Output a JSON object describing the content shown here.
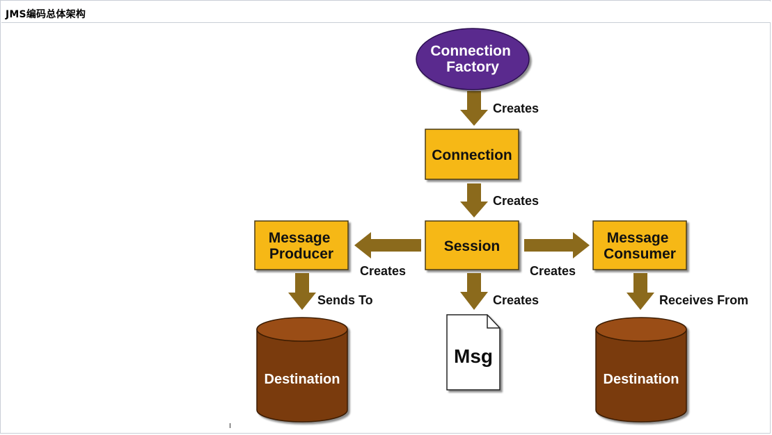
{
  "window": {
    "title": "JMS编码总体架构"
  },
  "diagram": {
    "nodes": {
      "connection_factory": [
        "Connection",
        "Factory"
      ],
      "connection": [
        "Connection"
      ],
      "session": [
        "Session"
      ],
      "message_producer": [
        "Message",
        "Producer"
      ],
      "message_consumer": [
        "Message",
        "Consumer"
      ],
      "destination_left": [
        "Destination"
      ],
      "destination_right": [
        "Destination"
      ],
      "msg": [
        "Msg"
      ]
    },
    "edge_labels": {
      "factory_to_connection": "Creates",
      "connection_to_session": "Creates",
      "session_to_producer": "Creates",
      "session_to_consumer": "Creates",
      "session_to_msg": "Creates",
      "producer_to_destination": "Sends To",
      "consumer_to_destination": "Receives From"
    },
    "colors": {
      "box_fill": "#f6b816",
      "box_border": "#4a3a12",
      "ellipse_fill": "#5a2a8e",
      "arrow": "#8b6a1c",
      "cylinder_fill": "#7a3a0c",
      "cylinder_top": "#9a4e14",
      "node_text_light": "#ffffff",
      "node_text_dark": "#111111"
    }
  }
}
